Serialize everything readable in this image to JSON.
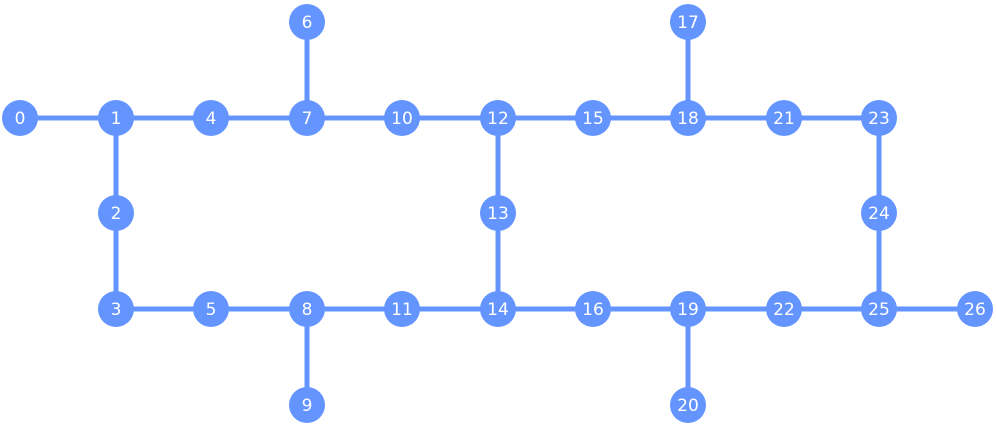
{
  "graph": {
    "node_color": "#6495ff",
    "edge_color": "#6495ff",
    "label_color": "#ffffff",
    "nodes": [
      {
        "id": "0"
      },
      {
        "id": "1"
      },
      {
        "id": "2"
      },
      {
        "id": "3"
      },
      {
        "id": "4"
      },
      {
        "id": "5"
      },
      {
        "id": "6"
      },
      {
        "id": "7"
      },
      {
        "id": "8"
      },
      {
        "id": "9"
      },
      {
        "id": "10"
      },
      {
        "id": "11"
      },
      {
        "id": "12"
      },
      {
        "id": "13"
      },
      {
        "id": "14"
      },
      {
        "id": "15"
      },
      {
        "id": "16"
      },
      {
        "id": "17"
      },
      {
        "id": "18"
      },
      {
        "id": "19"
      },
      {
        "id": "20"
      },
      {
        "id": "21"
      },
      {
        "id": "22"
      },
      {
        "id": "23"
      },
      {
        "id": "24"
      },
      {
        "id": "25"
      },
      {
        "id": "26"
      }
    ],
    "edges": [
      [
        "0",
        "1"
      ],
      [
        "1",
        "4"
      ],
      [
        "4",
        "7"
      ],
      [
        "7",
        "10"
      ],
      [
        "10",
        "12"
      ],
      [
        "12",
        "15"
      ],
      [
        "15",
        "18"
      ],
      [
        "18",
        "21"
      ],
      [
        "21",
        "23"
      ],
      [
        "6",
        "7"
      ],
      [
        "17",
        "18"
      ],
      [
        "1",
        "2"
      ],
      [
        "2",
        "3"
      ],
      [
        "12",
        "13"
      ],
      [
        "13",
        "14"
      ],
      [
        "23",
        "24"
      ],
      [
        "24",
        "25"
      ],
      [
        "3",
        "5"
      ],
      [
        "5",
        "8"
      ],
      [
        "8",
        "11"
      ],
      [
        "11",
        "14"
      ],
      [
        "14",
        "16"
      ],
      [
        "16",
        "19"
      ],
      [
        "19",
        "22"
      ],
      [
        "22",
        "25"
      ],
      [
        "25",
        "26"
      ],
      [
        "8",
        "9"
      ],
      [
        "19",
        "20"
      ]
    ]
  }
}
